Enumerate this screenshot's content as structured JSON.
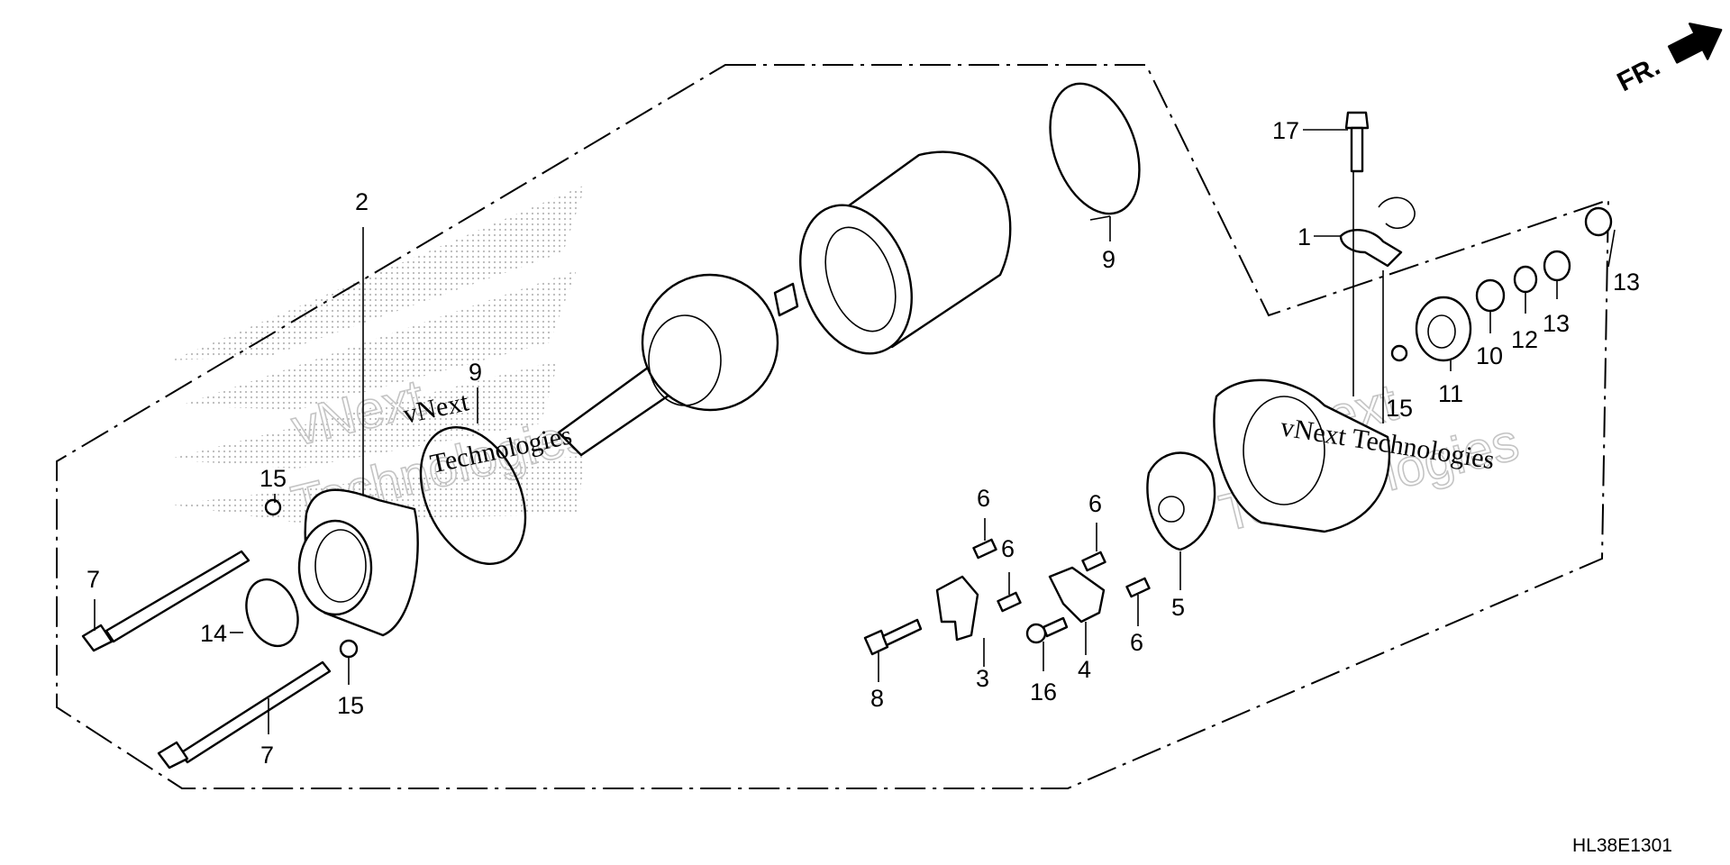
{
  "diagram": {
    "code": "HL38E1301",
    "direction_label": "FR.",
    "watermark": {
      "small_line1": "vNext",
      "small_line2": "Technologies",
      "big_line1": "vNext",
      "big_line2": "Technologies",
      "right_small": "vNext Technologies"
    },
    "callouts": [
      {
        "id": "c1",
        "label": "1"
      },
      {
        "id": "c2",
        "label": "2"
      },
      {
        "id": "c3",
        "label": "3"
      },
      {
        "id": "c4",
        "label": "4"
      },
      {
        "id": "c5",
        "label": "5"
      },
      {
        "id": "c6a",
        "label": "6"
      },
      {
        "id": "c6b",
        "label": "6"
      },
      {
        "id": "c6c",
        "label": "6"
      },
      {
        "id": "c6d",
        "label": "6"
      },
      {
        "id": "c7a",
        "label": "7"
      },
      {
        "id": "c7b",
        "label": "7"
      },
      {
        "id": "c8",
        "label": "8"
      },
      {
        "id": "c9a",
        "label": "9"
      },
      {
        "id": "c9b",
        "label": "9"
      },
      {
        "id": "c10",
        "label": "10"
      },
      {
        "id": "c11",
        "label": "11"
      },
      {
        "id": "c12",
        "label": "12"
      },
      {
        "id": "c13a",
        "label": "13"
      },
      {
        "id": "c13b",
        "label": "13"
      },
      {
        "id": "c14",
        "label": "14"
      },
      {
        "id": "c15a",
        "label": "15"
      },
      {
        "id": "c15b",
        "label": "15"
      },
      {
        "id": "c15c",
        "label": "15"
      },
      {
        "id": "c16",
        "label": "16"
      },
      {
        "id": "c17",
        "label": "17"
      }
    ]
  }
}
